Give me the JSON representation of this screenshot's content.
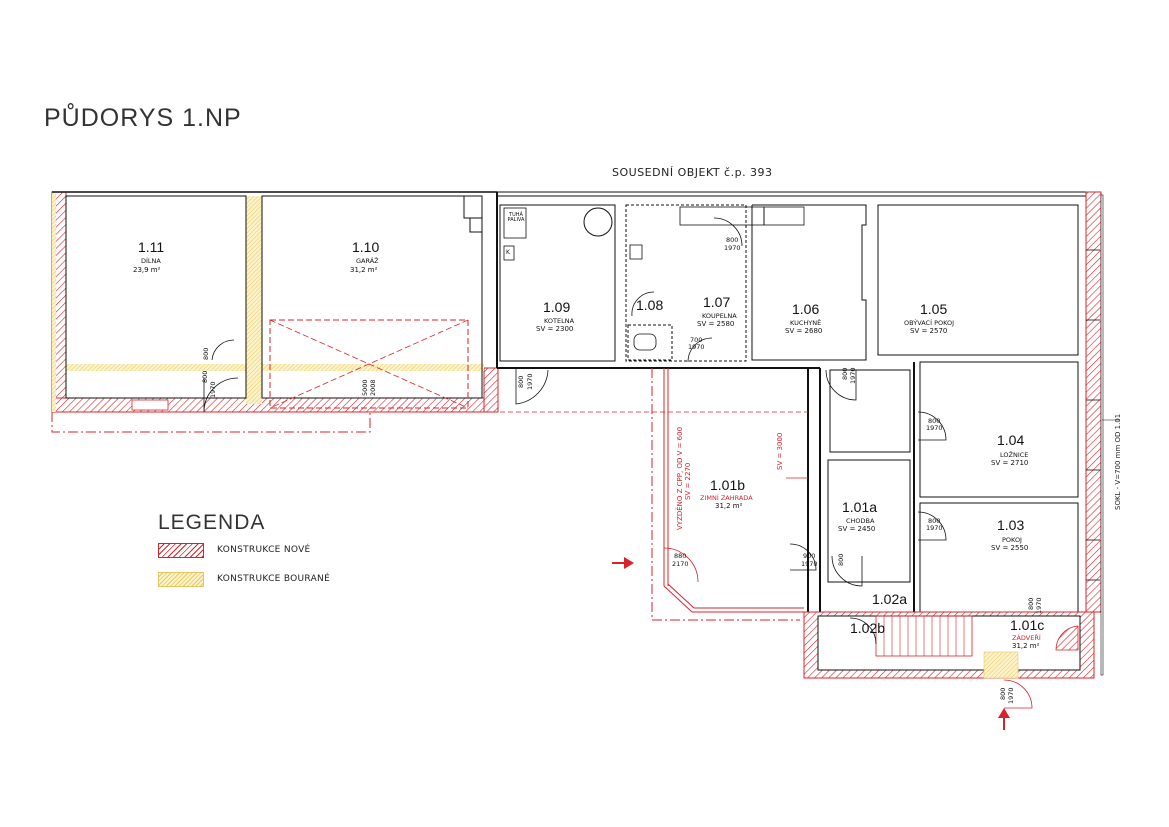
{
  "title": "PŮDORYS 1.NP",
  "neighbor": "SOUSEDNÍ OBJEKT č.p. 393",
  "legend": {
    "title": "LEGENDA",
    "items": [
      {
        "label": "KONSTRUKCE NOVÉ"
      },
      {
        "label": "KONSTRUKCE BOURANÉ"
      }
    ]
  },
  "rooms": [
    {
      "id": "1.11",
      "name": "DÍLNA",
      "value": "23,9 m²"
    },
    {
      "id": "1.10",
      "name": "GARÁŽ",
      "value": "31,2 m²"
    },
    {
      "id": "1.09",
      "name": "KOTELNA",
      "value": "SV = 2300"
    },
    {
      "id": "1.08",
      "name": "",
      "value": ""
    },
    {
      "id": "1.07",
      "name": "KOUPELNA",
      "value": "SV = 2580"
    },
    {
      "id": "1.06",
      "name": "KUCHYNĚ",
      "value": "SV = 2680"
    },
    {
      "id": "1.05",
      "name": "OBÝVACÍ POKOJ",
      "value": "SV = 2570"
    },
    {
      "id": "1.04",
      "name": "LOŽNICE",
      "value": "SV = 2710"
    },
    {
      "id": "1.03",
      "name": "POKOJ",
      "value": "SV = 2550"
    },
    {
      "id": "1.01a",
      "name": "CHODBA",
      "value": "SV = 2450"
    },
    {
      "id": "1.01b",
      "name": "ZIMNÍ ZAHRADA",
      "value": "31,2 m²"
    },
    {
      "id": "1.01c",
      "name": "ZÁDVEŘÍ",
      "value": "31,2 m²"
    },
    {
      "id": "1.02a",
      "name": "",
      "value": ""
    },
    {
      "id": "1.02b",
      "name": "",
      "value": ""
    }
  ],
  "doors": [
    {
      "w": "800",
      "h": "1970"
    },
    {
      "w": "800",
      "h": "1970"
    },
    {
      "w": "800",
      "h": "1970"
    },
    {
      "w": "700",
      "h": "1970"
    },
    {
      "w": "800",
      "h": "1970"
    },
    {
      "w": "800",
      "h": "1970"
    },
    {
      "w": "800",
      "h": "1970"
    },
    {
      "w": "900",
      "h": "1970"
    },
    {
      "w": "800",
      "h": "1970"
    },
    {
      "w": "880",
      "h": "2170"
    },
    {
      "w": "800",
      "h": "1970"
    },
    {
      "w": "800",
      "h": "1970"
    },
    {
      "w": "800",
      "h": "1970"
    }
  ],
  "garage_door": {
    "w": "5000",
    "h": "2008"
  },
  "annotations": {
    "raised": "VYZDĚNO Z CPP, OD V = 600",
    "sv_2270": "SV = 2270",
    "sv_3000": "SV = 3000",
    "sokl": "SOKL - V=700 mm OD 1.01"
  },
  "kotelna_labels": {
    "box": "TUHÁ PALIVA",
    "k": "K"
  },
  "colors": {
    "new": "#d8232a",
    "demolished": "#e6c86a",
    "line": "#111111"
  }
}
